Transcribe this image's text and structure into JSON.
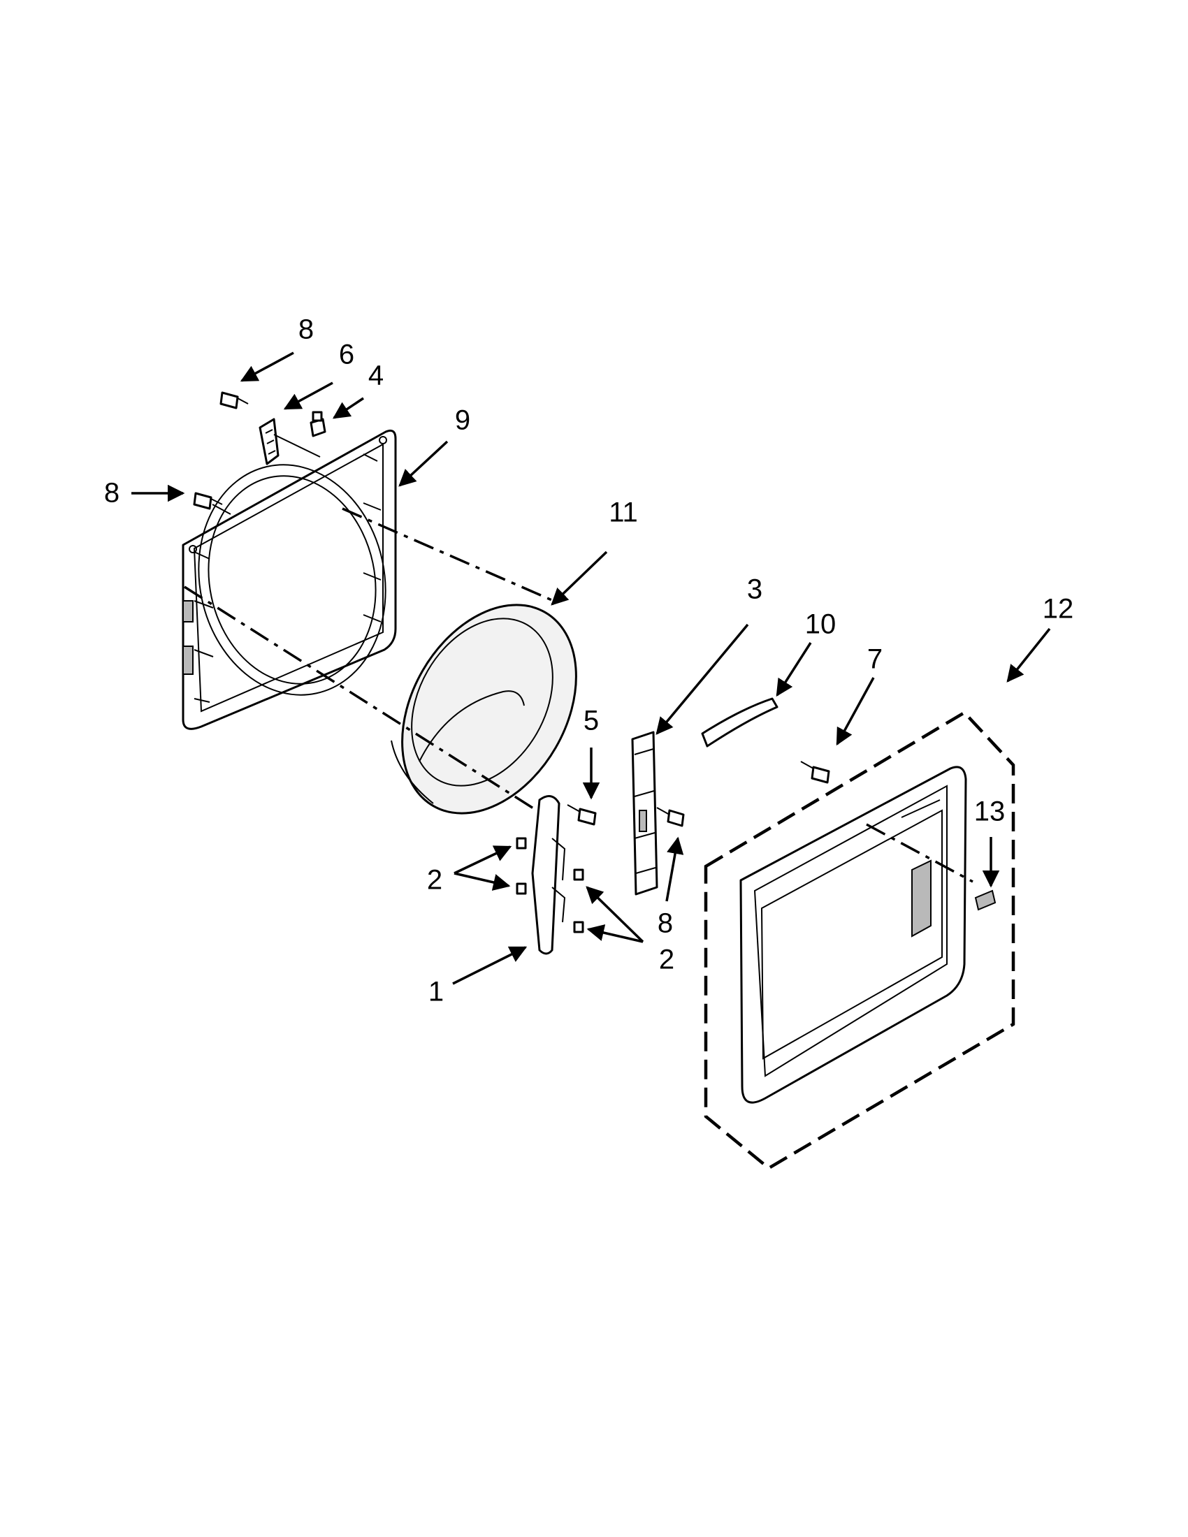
{
  "diagram": {
    "callouts": {
      "c1": "1",
      "c2a": "2",
      "c2b": "2",
      "c3": "3",
      "c4": "4",
      "c5": "5",
      "c6": "6",
      "c7": "7",
      "c8a": "8",
      "c8b": "8",
      "c8c": "8",
      "c9": "9",
      "c10": "10",
      "c11": "11",
      "c12": "12",
      "c13": "13"
    }
  }
}
